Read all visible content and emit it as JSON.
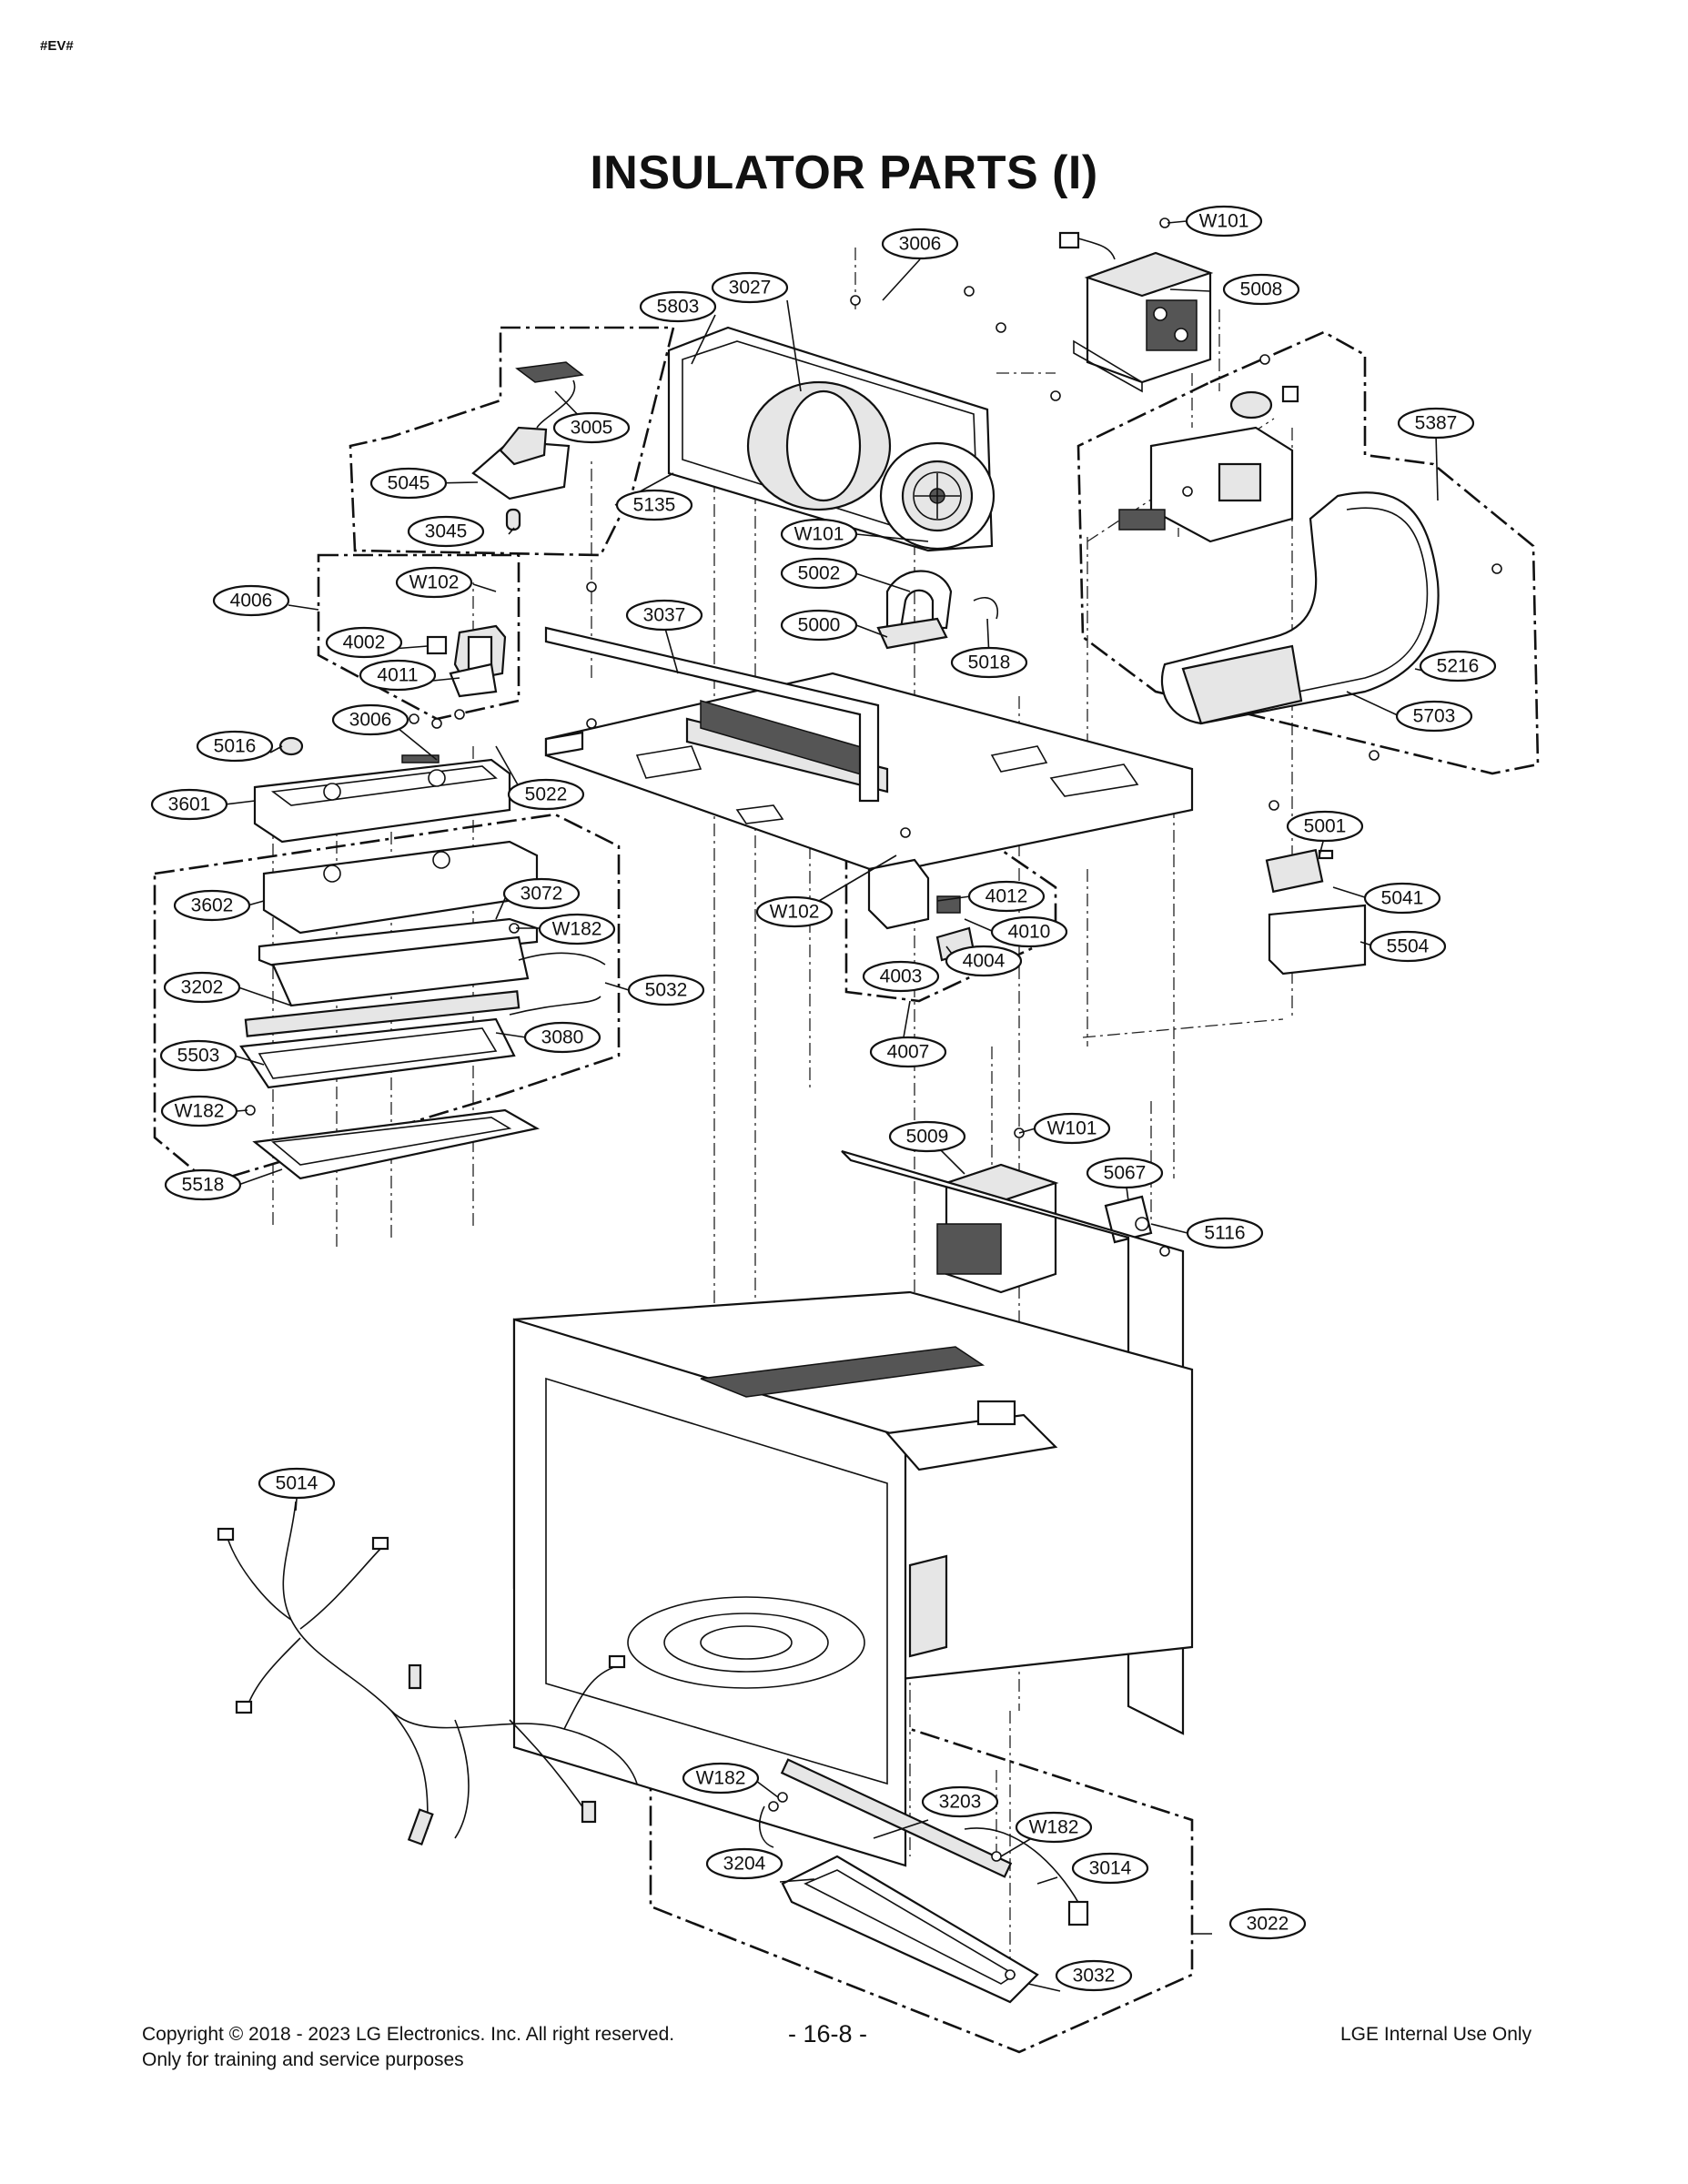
{
  "tag": "#EV#",
  "title": "INSULATOR PARTS (I)",
  "callouts": [
    "W101",
    "3006",
    "5008",
    "3027",
    "5803",
    "5387",
    "3005",
    "5045",
    "5135",
    "3045",
    "W101",
    "5002",
    "3037",
    "5000",
    "5018",
    "4006",
    "W102",
    "4002",
    "4011",
    "3006",
    "5016",
    "5022",
    "5216",
    "5703",
    "3601",
    "5001",
    "5041",
    "5504",
    "W102",
    "4012",
    "4010",
    "4004",
    "4003",
    "4007",
    "3602",
    "3072",
    "W182",
    "3202",
    "5032",
    "3080",
    "5503",
    "W182",
    "5518",
    "5009",
    "W101",
    "5067",
    "5116",
    "5014",
    "W182",
    "3203",
    "W182",
    "3204",
    "3014",
    "3022",
    "3032"
  ],
  "footer": {
    "copyright": "Copyright © 2018 - 2023 LG Electronics. Inc. All right reserved.",
    "notice": "Only for training and service purposes",
    "page": "- 16-8 -",
    "internal": "LGE Internal Use Only"
  }
}
